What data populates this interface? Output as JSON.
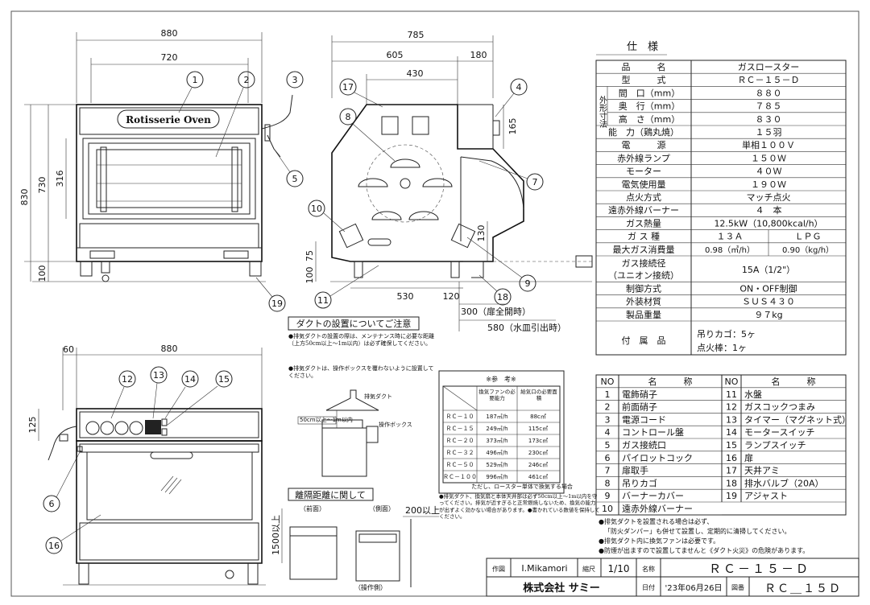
{
  "dimensions": {
    "front_width": "880",
    "front_inner_width": "720",
    "front_height": "830",
    "front_h730": "730",
    "front_h316": "316",
    "front_leg": "100",
    "side_depth": "785",
    "side_605": "605",
    "side_180": "180",
    "side_430": "430",
    "side_165": "165",
    "side_530": "530",
    "side_120": "120",
    "side_130": "130",
    "side_100": "100",
    "side_75": "75",
    "side_300": "300（扉全開時）",
    "side_580": "580（水皿引出時）",
    "panel_width": "880",
    "panel_60": "60",
    "panel_125": "125",
    "clear_200": "200以上",
    "clear_1500": "1500以上"
  },
  "oven_label": "Rotisserie Oven",
  "callouts": [
    "1",
    "2",
    "3",
    "4",
    "5",
    "6",
    "7",
    "8",
    "9",
    "10",
    "11",
    "12",
    "13",
    "14",
    "15",
    "16",
    "17",
    "18",
    "19"
  ],
  "spec": {
    "title": "仕　様",
    "header": [
      "品　　　名",
      "ガスロースター"
    ],
    "rows": [
      [
        "型　　　式",
        "ＲＣ－１５－Ｄ"
      ],
      [
        "間　口（mm）",
        "８８０"
      ],
      [
        "奥　行（mm）",
        "７８５"
      ],
      [
        "高　さ（mm）",
        "８３０"
      ],
      [
        "能　力（鶏丸焼）",
        "１５羽"
      ],
      [
        "電　　　源",
        "単相１００Ｖ"
      ],
      [
        "赤外線ランプ",
        "１５０Ｗ"
      ],
      [
        "モーター",
        "４０Ｗ"
      ],
      [
        "電気使用量",
        "１９０Ｗ"
      ],
      [
        "点火方式",
        "マッチ点火"
      ],
      [
        "遠赤外線バーナー",
        "４　本"
      ],
      [
        "ガス熱量",
        "12.5kW（10,800kcal/h）"
      ]
    ],
    "gas_type_label": "ガ ス 種",
    "gas_13a": "１３Ａ",
    "gas_lpg": "ＬＰＧ",
    "max_gas_label": "最大ガス消費量",
    "max_gas_13a": "0.98（㎥/h）",
    "max_gas_lpg": "0.90（kg/h）",
    "gas_conn_label": "ガス接続径",
    "gas_conn_sub": "（ユニオン接続）",
    "gas_conn_value": "15A（1/2\"）",
    "rows2": [
      [
        "制御方式",
        "ON・OFF制御"
      ],
      [
        "外装材質",
        "ＳＵＳ４３０"
      ],
      [
        "製品重量",
        "９７kg"
      ]
    ],
    "size_label": "外形寸法",
    "accessories_label": "付　属　品",
    "accessories": [
      "吊りカゴ：5ヶ",
      "点火棒：1ヶ"
    ]
  },
  "parts": {
    "headers": [
      "NO",
      "名　　　称",
      "NO",
      "名　　　称"
    ],
    "left": [
      [
        "1",
        "電飾硝子"
      ],
      [
        "2",
        "前面硝子"
      ],
      [
        "3",
        "電源コード"
      ],
      [
        "4",
        "コントロール盤"
      ],
      [
        "5",
        "ガス接続口"
      ],
      [
        "6",
        "パイロットコック"
      ],
      [
        "7",
        "扉取手"
      ],
      [
        "8",
        "吊りカゴ"
      ],
      [
        "9",
        "バーナーカバー"
      ],
      [
        "10",
        "遠赤外線バーナー"
      ]
    ],
    "right": [
      [
        "11",
        "水盤"
      ],
      [
        "12",
        "ガスコックつまみ"
      ],
      [
        "13",
        "タイマー（マグネット式）"
      ],
      [
        "14",
        "モータースイッチ"
      ],
      [
        "15",
        "ランプスイッチ"
      ],
      [
        "16",
        "扉"
      ],
      [
        "17",
        "天井アミ"
      ],
      [
        "18",
        "排水バルブ（20A）"
      ],
      [
        "19",
        "アジャスト"
      ]
    ]
  },
  "duct": {
    "title": "ダクトの設置についてご注意",
    "note1": "●排気ダクトの設置の際は、メンテナンス時に必要な距離（上方50cm以上～1m以内）は必ず確保してください。",
    "note2": "●排気ダクトは、操作ボックスを覆わないように設置してください。",
    "label_range": "50cm以上～1m以内",
    "label_hood": "排気ダクト",
    "label_box": "操作ボックス"
  },
  "reference": {
    "title": "※参　考※",
    "col1": "換気ファンの必要能力",
    "col2": "給気口の必要面積",
    "rows": [
      [
        "ＲＣ－１０",
        "187㎥/h",
        "88c㎡"
      ],
      [
        "ＲＣ－１５",
        "249㎥/h",
        "115c㎡"
      ],
      [
        "ＲＣ－２０",
        "373㎥/h",
        "173c㎡"
      ],
      [
        "ＲＣ－３２",
        "496㎥/h",
        "230c㎡"
      ],
      [
        "ＲＣ－５０",
        "529㎥/h",
        "246c㎡"
      ],
      [
        "ＲＣ－１００",
        "996㎥/h",
        "461c㎡"
      ]
    ],
    "footnote": "ただし、ロースター単体で換気する場合"
  },
  "clearance": {
    "title": "離隔距離に関して",
    "front": "（前面）",
    "side": "（側面）",
    "ops": "（操作側）",
    "note": "●排気ダクト、換気扇と本体天井部は必ず50cm以上～1m以内を守ってください。排気が近すぎると正常燃焼しないため、換気の能力が出ずよく効かない場合があります。●書かれている数値を保持してください。"
  },
  "notes_right": [
    "●排気ダクトを設置される場合は必ず、",
    "「防火ダンパー」も併せて設置し、定期的に清掃してください。",
    "●排気ダクト内に換気ファンは必要です。",
    "●防煙が出ますので設置してませんと《ダクト火災》の危険があります。"
  ],
  "title_block": {
    "drawn_label": "作図",
    "drawn_by": "I.Mikamori",
    "scale_label": "縮尺",
    "scale": "1/10",
    "name_label": "名称",
    "model": "ＲＣ－１５－Ｄ",
    "company": "株式会社 サミー",
    "date_label": "日付",
    "date": "'23年06月26日",
    "dwg_label": "図番",
    "dwg_no": "ＲＣ＿１５Ｄ"
  }
}
